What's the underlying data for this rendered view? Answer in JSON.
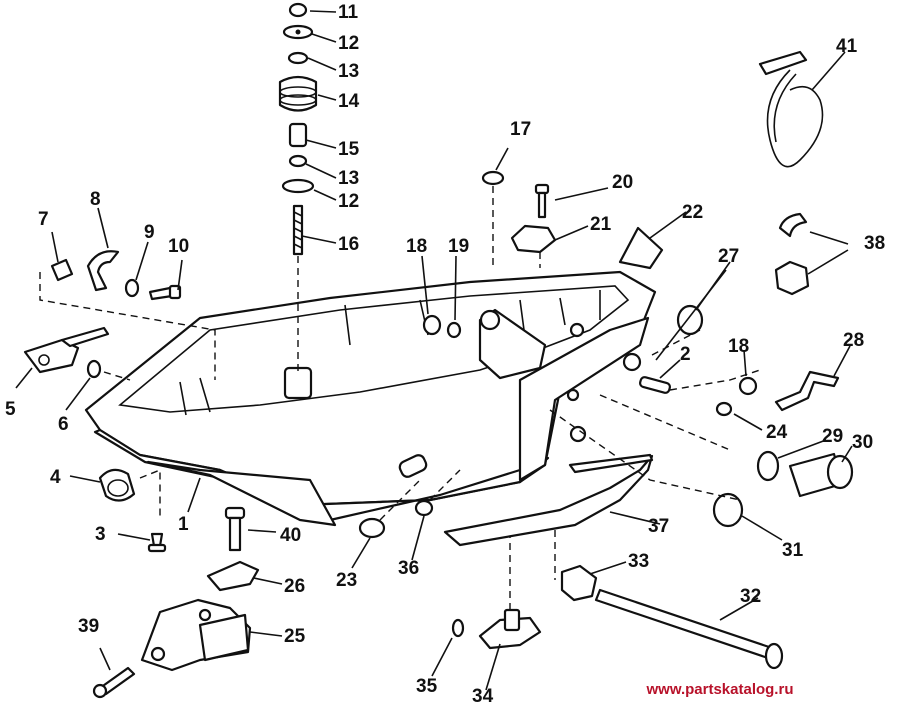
{
  "watermark": "www.partskatalog.ru",
  "callouts": [
    {
      "id": "c1",
      "number": "1"
    },
    {
      "id": "c2",
      "number": "2"
    },
    {
      "id": "c3",
      "number": "3"
    },
    {
      "id": "c4",
      "number": "4"
    },
    {
      "id": "c5",
      "number": "5"
    },
    {
      "id": "c6",
      "number": "6"
    },
    {
      "id": "c7",
      "number": "7"
    },
    {
      "id": "c8",
      "number": "8"
    },
    {
      "id": "c9",
      "number": "9"
    },
    {
      "id": "c10",
      "number": "10"
    },
    {
      "id": "c11",
      "number": "11"
    },
    {
      "id": "c12a",
      "number": "12"
    },
    {
      "id": "c12b",
      "number": "12"
    },
    {
      "id": "c13a",
      "number": "13"
    },
    {
      "id": "c13b",
      "number": "13"
    },
    {
      "id": "c14",
      "number": "14"
    },
    {
      "id": "c15",
      "number": "15"
    },
    {
      "id": "c16",
      "number": "16"
    },
    {
      "id": "c17",
      "number": "17"
    },
    {
      "id": "c18a",
      "number": "18"
    },
    {
      "id": "c18b",
      "number": "18"
    },
    {
      "id": "c19",
      "number": "19"
    },
    {
      "id": "c20",
      "number": "20"
    },
    {
      "id": "c21",
      "number": "21"
    },
    {
      "id": "c22",
      "number": "22"
    },
    {
      "id": "c23",
      "number": "23"
    },
    {
      "id": "c24",
      "number": "24"
    },
    {
      "id": "c25",
      "number": "25"
    },
    {
      "id": "c26",
      "number": "26"
    },
    {
      "id": "c27",
      "number": "27"
    },
    {
      "id": "c28",
      "number": "28"
    },
    {
      "id": "c29",
      "number": "29"
    },
    {
      "id": "c30",
      "number": "30"
    },
    {
      "id": "c31",
      "number": "31"
    },
    {
      "id": "c32",
      "number": "32"
    },
    {
      "id": "c33",
      "number": "33"
    },
    {
      "id": "c34",
      "number": "34"
    },
    {
      "id": "c35",
      "number": "35"
    },
    {
      "id": "c36",
      "number": "36"
    },
    {
      "id": "c37",
      "number": "37"
    },
    {
      "id": "c38",
      "number": "38"
    },
    {
      "id": "c39",
      "number": "39"
    },
    {
      "id": "c40",
      "number": "40"
    },
    {
      "id": "c41",
      "number": "41"
    }
  ]
}
